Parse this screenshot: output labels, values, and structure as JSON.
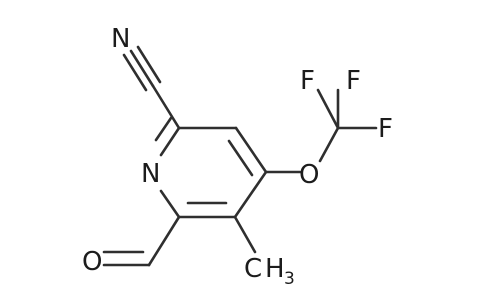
{
  "molecule": {
    "atom_labels": {
      "nitrile_n": "N",
      "ring_n": "N",
      "ether_o": "O",
      "fluorine_1": "F",
      "fluorine_2": "F",
      "fluorine_3": "F",
      "aldehyde_o": "O",
      "methyl_c": "C",
      "methyl_h": "H",
      "methyl_count": "3"
    }
  }
}
